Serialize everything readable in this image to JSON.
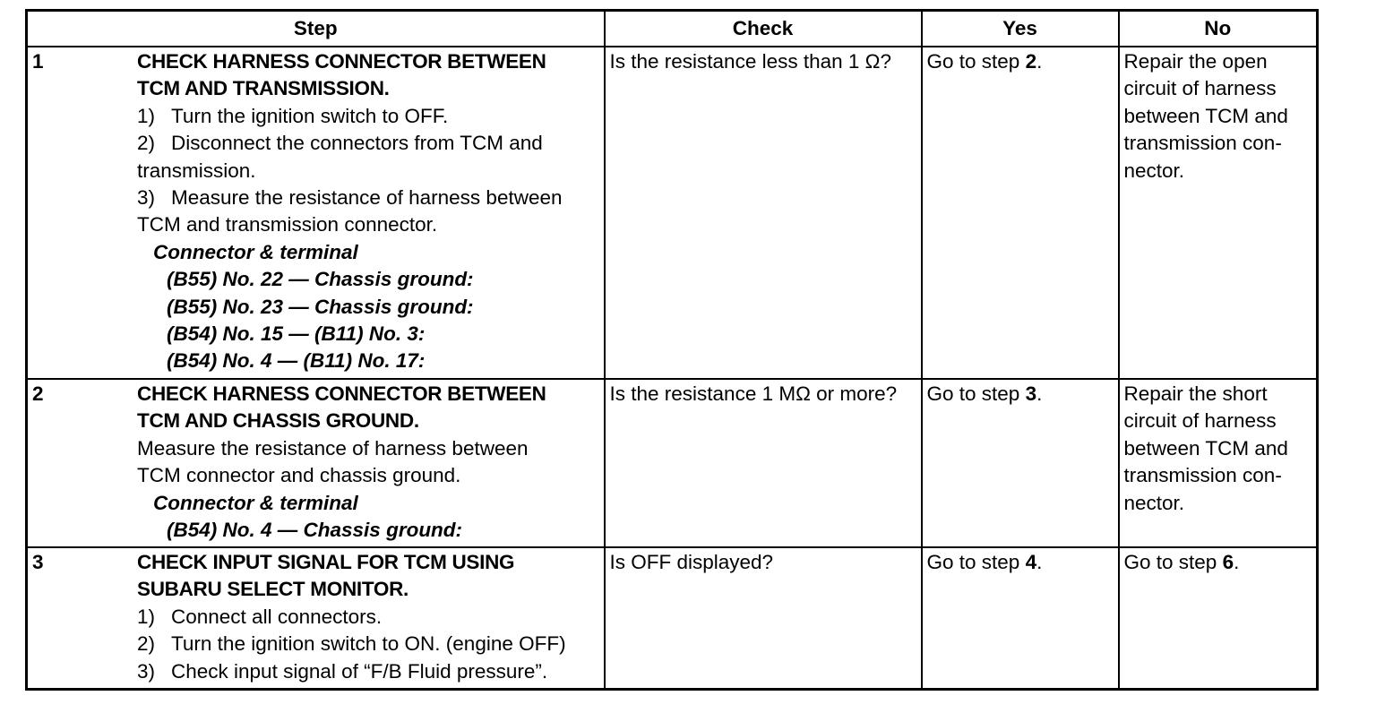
{
  "headers": {
    "step": "Step",
    "check": "Check",
    "yes": "Yes",
    "no": "No"
  },
  "rows": [
    {
      "num": "1",
      "title": [
        "CHECK HARNESS CONNECTOR BETWEEN",
        "TCM AND TRANSMISSION."
      ],
      "lines": [
        {
          "n": "1)",
          "t": "Turn the ignition switch to OFF."
        },
        {
          "n": "2)",
          "t": "Disconnect the connectors from TCM and"
        },
        {
          "n": "",
          "t": "transmission."
        },
        {
          "n": "3)",
          "t": "Measure the resistance of harness between"
        },
        {
          "n": "",
          "t": "TCM and transmission connector."
        }
      ],
      "connector_head": "Connector & terminal",
      "connector_items": [
        "(B55) No. 22 — Chassis ground:",
        "(B55) No. 23 — Chassis ground:",
        "(B54) No. 15 — (B11) No. 3:",
        "(B54) No. 4 — (B11) No. 17:"
      ],
      "check": "Is the resistance less than 1 Ω?",
      "yes_prefix": "Go to step ",
      "yes_step": "2",
      "yes_suffix": ".",
      "no": "Repair the open circuit of harness between TCM and transmission con-nector."
    },
    {
      "num": "2",
      "title": [
        "CHECK HARNESS CONNECTOR BETWEEN",
        "TCM AND CHASSIS GROUND."
      ],
      "lines": [
        {
          "n": "",
          "t": "Measure the resistance of harness between"
        },
        {
          "n": "",
          "t": "TCM connector and chassis ground."
        }
      ],
      "connector_head": "Connector & terminal",
      "connector_items": [
        "(B54) No. 4 — Chassis ground:"
      ],
      "check": "Is the resistance 1 MΩ or more?",
      "yes_prefix": "Go to step ",
      "yes_step": "3",
      "yes_suffix": ".",
      "no": "Repair the short circuit of harness between TCM and transmission con-nector."
    },
    {
      "num": "3",
      "title": [
        "CHECK INPUT SIGNAL FOR TCM USING",
        "SUBARU SELECT MONITOR."
      ],
      "lines": [
        {
          "n": "1)",
          "t": "Connect all connectors."
        },
        {
          "n": "2)",
          "t": "Turn the ignition switch to ON. (engine OFF)"
        },
        {
          "n": "3)",
          "t": "Check input signal of “F/B Fluid pressure”."
        }
      ],
      "connector_head": "",
      "connector_items": [],
      "check": "Is OFF displayed?",
      "yes_prefix": "Go to step ",
      "yes_step": "4",
      "yes_suffix": ".",
      "no_prefix": "Go to step ",
      "no_step": "6",
      "no_suffix": "."
    }
  ]
}
